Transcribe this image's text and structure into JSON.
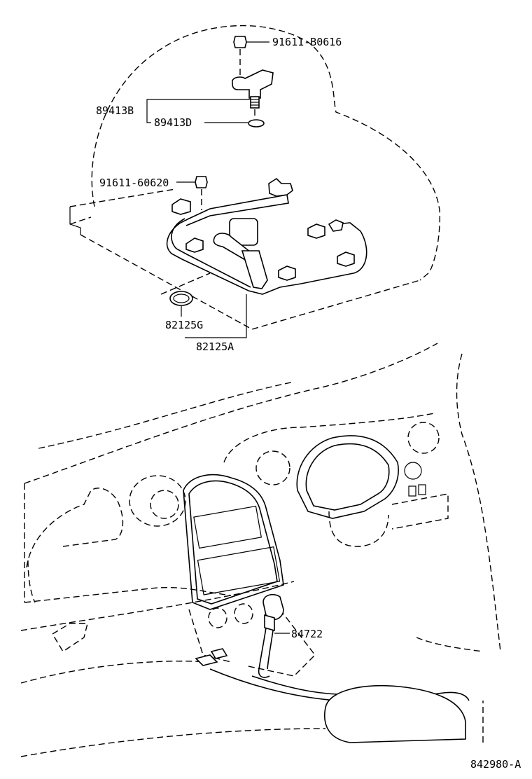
{
  "parts": {
    "bolt_top": "91611-B0616",
    "sensor_assy": "89413B",
    "sensor_oring": "89413D",
    "bolt_mid": "91611-60620",
    "grommet": "82125G",
    "wire_harness": "82125A",
    "console_switch": "84722"
  },
  "diagram_id": "842980-A"
}
